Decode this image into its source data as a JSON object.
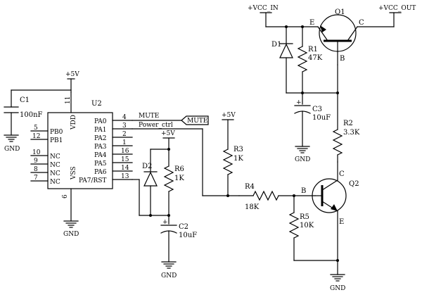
{
  "power": {
    "vcc_in": "+VCC_IN",
    "vcc_out": "+VCC_OUT",
    "plus5v": "+5V",
    "gnd": "GND"
  },
  "u2": {
    "ref": "U2",
    "vdd": "VDD",
    "vss": "VSS",
    "left_pins": [
      {
        "num": "5",
        "name": "PB0"
      },
      {
        "num": "12",
        "name": "PB1"
      },
      {
        "num": "10",
        "name": "NC"
      },
      {
        "num": "9",
        "name": "NC"
      },
      {
        "num": "8",
        "name": "NC"
      },
      {
        "num": "7",
        "name": "NC"
      }
    ],
    "right_pins": [
      {
        "num": "4",
        "name": "PA0"
      },
      {
        "num": "3",
        "name": "PA1"
      },
      {
        "num": "2",
        "name": "PA2"
      },
      {
        "num": "1",
        "name": "PA3"
      },
      {
        "num": "16",
        "name": "PA4"
      },
      {
        "num": "15",
        "name": "PA5"
      },
      {
        "num": "14",
        "name": "PA6"
      },
      {
        "num": "13",
        "name": "PA7/RST"
      }
    ],
    "pin_vdd": "11",
    "pin_vss": "6"
  },
  "nets": {
    "mute": "MUTE",
    "power_ctrl": "Power_ctrl",
    "mute_port": "MUTE"
  },
  "c1": {
    "ref": "C1",
    "value": "100nF"
  },
  "c2": {
    "ref": "C2",
    "value": "10uF"
  },
  "c3": {
    "ref": "C3",
    "value": "10uF"
  },
  "d1": {
    "ref": "D1"
  },
  "d2": {
    "ref": "D2"
  },
  "r1": {
    "ref": "R1",
    "value": "47K"
  },
  "r2": {
    "ref": "R2",
    "value": "3.3K"
  },
  "r3": {
    "ref": "R3",
    "value": "1K"
  },
  "r4": {
    "ref": "R4",
    "value": "18K"
  },
  "r5": {
    "ref": "R5",
    "value": "10K"
  },
  "r6": {
    "ref": "R6",
    "value": "1K"
  },
  "q1": {
    "ref": "Q1",
    "e": "E",
    "c": "C",
    "b": "B"
  },
  "q2": {
    "ref": "Q2",
    "b": "B",
    "c": "C",
    "e": "E"
  }
}
